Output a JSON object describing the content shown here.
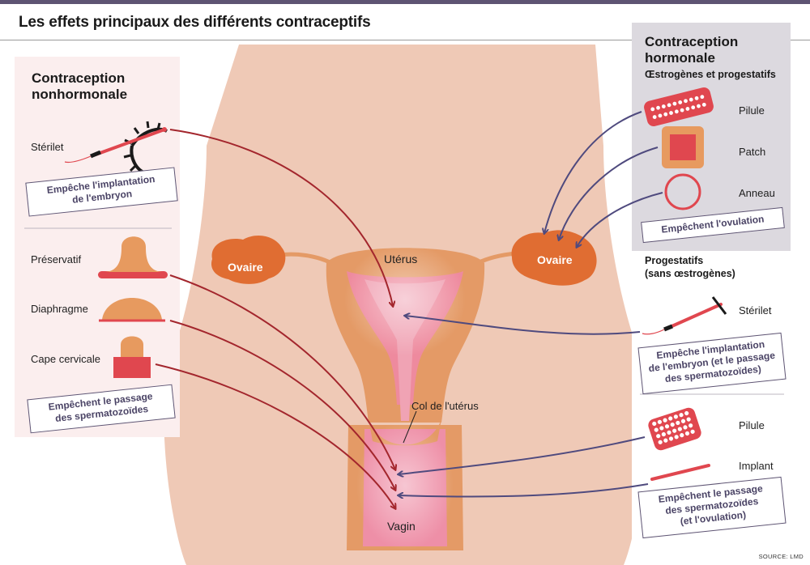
{
  "title": "Les effets principaux des différents contraceptifs",
  "anatomy": {
    "uterus": "Utérus",
    "ovary_left": "Ovaire",
    "ovary_right": "Ovaire",
    "cervix": "Col de l'utérus",
    "vagina": "Vagin"
  },
  "nonhormonal": {
    "heading": "Contraception nonhormonale",
    "items": {
      "sterilet": "Stérilet",
      "preservatif": "Préservatif",
      "diaphragme": "Diaphragme",
      "cape": "Cape cervicale"
    },
    "note_implant": "Empêche l'implantation\nde l'embryon",
    "note_passage": "Empêchent le passage\ndes spermatozoïdes"
  },
  "hormonal": {
    "heading": "Contraception hormonale",
    "sub_combined": "Œstrogènes et progestatifs",
    "combined_items": {
      "pilule": "Pilule",
      "patch": "Patch",
      "anneau": "Anneau"
    },
    "note_ovulation": "Empêchent l'ovulation",
    "sub_progestin": "Progestatifs\n(sans œstrogènes)",
    "sterilet": "Stérilet",
    "note_sterilet": "Empêche l'implantation\nde l'embryon (et le passage\ndes spermatozoïdes)",
    "pilule": "Pilule",
    "implant": "Implant",
    "note_pilule_implant": "Empêchent le passage\ndes spermatozoïdes\n(et l'ovulation)"
  },
  "source": "SOURCE: LMD",
  "colors": {
    "body": "#efc9b6",
    "organ": "#e49a66",
    "ovary": "#e06d32",
    "lining": "#ee8a9e",
    "red_arrow": "#a3262d",
    "blue_arrow": "#4f4a7e",
    "device_red": "#e0474f",
    "device_orange": "#e79a5f",
    "panel_left": "#fbeeee",
    "panel_right": "#dcd9df",
    "note_border": "#5e5473"
  }
}
